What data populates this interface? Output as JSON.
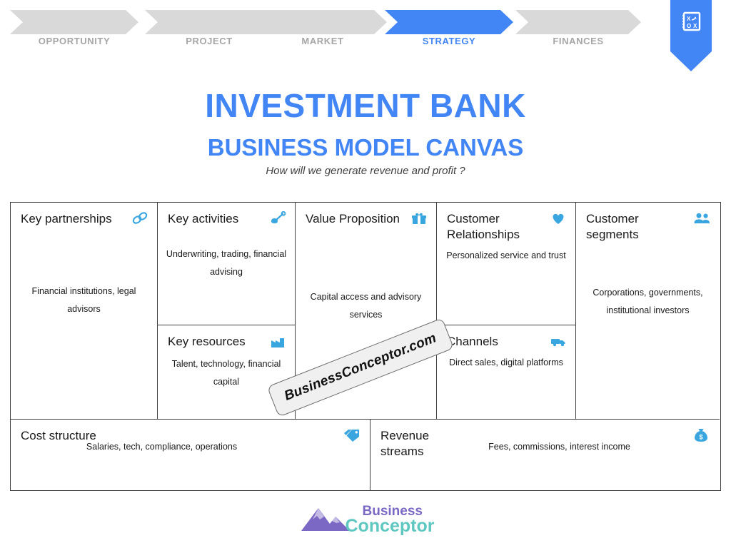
{
  "process_bar": {
    "steps": [
      {
        "label": "OPPORTUNITY",
        "active": false
      },
      {
        "label": "PROJECT",
        "active": false
      },
      {
        "label": "MARKET",
        "active": false
      },
      {
        "label": "STRATEGY",
        "active": true
      },
      {
        "label": "FINANCES",
        "active": false
      }
    ],
    "badge_icon": "strategy-playbook-icon",
    "active_color": "#4285f4",
    "inactive_color": "#d9d9d9"
  },
  "header": {
    "title": "INVESTMENT BANK",
    "subtitle": "BUSINESS MODEL CANVAS",
    "tagline": "How will we generate revenue and profit ?",
    "title_color": "#4285f4"
  },
  "canvas": {
    "cells": [
      {
        "key": "key-partnerships",
        "title": "Key partnerships",
        "body": "Financial institutions, legal advisors",
        "icon": "chain-link-icon"
      },
      {
        "key": "key-activities",
        "title": "Key activities",
        "body": "Underwriting, trading, financial advising",
        "icon": "shovel-icon"
      },
      {
        "key": "key-resources",
        "title": "Key resources",
        "body": "Talent, technology, financial capital",
        "icon": "factory-icon"
      },
      {
        "key": "value-proposition",
        "title": "Value Proposition",
        "body": "Capital access and advisory services",
        "icon": "gift-icon"
      },
      {
        "key": "customer-relationships",
        "title": "Customer Relationships",
        "body": "Personalized service and trust",
        "icon": "heart-icon"
      },
      {
        "key": "channels",
        "title": "Channels",
        "body": "Direct sales, digital platforms",
        "icon": "truck-icon"
      },
      {
        "key": "customer-segments",
        "title": "Customer segments",
        "body": "Corporations, governments, institutional investors",
        "icon": "users-icon"
      },
      {
        "key": "cost-structure",
        "title": "Cost structure",
        "body": "Salaries, tech, compliance, operations",
        "icon": "price-tag-icon"
      },
      {
        "key": "revenue-streams",
        "title": "Revenue streams",
        "body": "Fees, commissions, interest income",
        "icon": "money-bag-icon"
      }
    ],
    "icon_color": "#4ba3d3",
    "border_color": "#3f3f3f"
  },
  "watermark": {
    "text": "BusinessConceptor.com"
  },
  "footer": {
    "logo_word_1": "Business",
    "logo_word_2": "Conceptor",
    "logo_color_1": "#7b68c4",
    "logo_color_2": "#5ec7c0",
    "logo_icon": "mountain-icon"
  }
}
